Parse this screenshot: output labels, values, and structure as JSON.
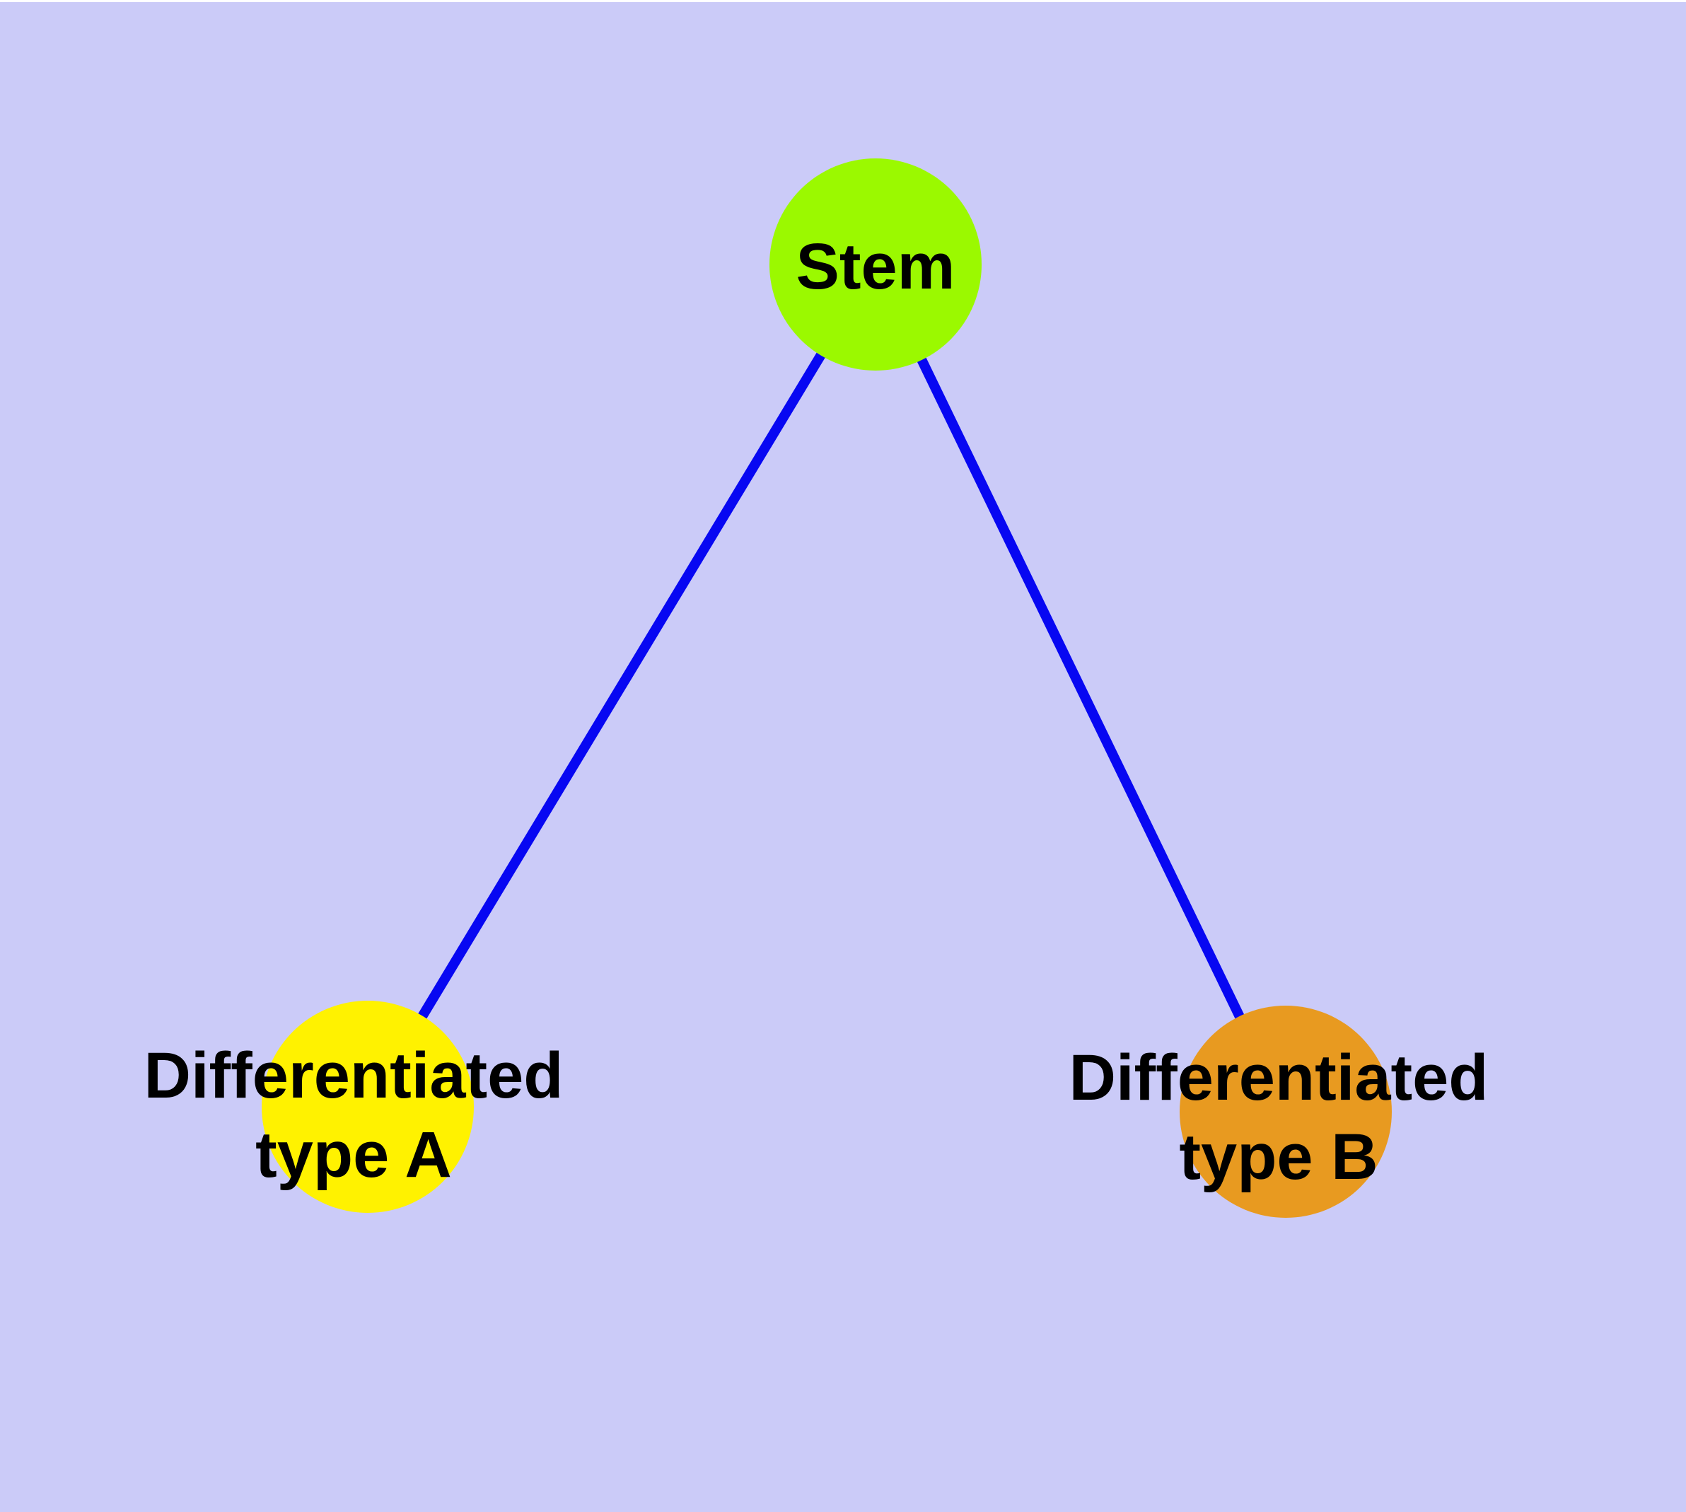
{
  "diagram": {
    "type": "node-link-diagram",
    "background_color": "#CBCBF8",
    "edge_color": "#0707F2",
    "node_border_color": "#737373",
    "text_color": "#000000",
    "nodes": [
      {
        "id": "stem",
        "label": "Stem",
        "lines": [
          "Stem"
        ],
        "fill": "#9BF900"
      },
      {
        "id": "differentiated-type-a",
        "label": "Differentiated type A",
        "lines": [
          "Differentiated",
          "type A"
        ],
        "fill": "#FFF200"
      },
      {
        "id": "differentiated-type-b",
        "label": "Differentiated type B",
        "lines": [
          "Differentiated",
          "type B"
        ],
        "fill": "#E89A20"
      }
    ],
    "edges": [
      {
        "from": "Stem",
        "to": "Differentiated type A"
      },
      {
        "from": "Stem",
        "to": "Differentiated type B"
      }
    ]
  }
}
